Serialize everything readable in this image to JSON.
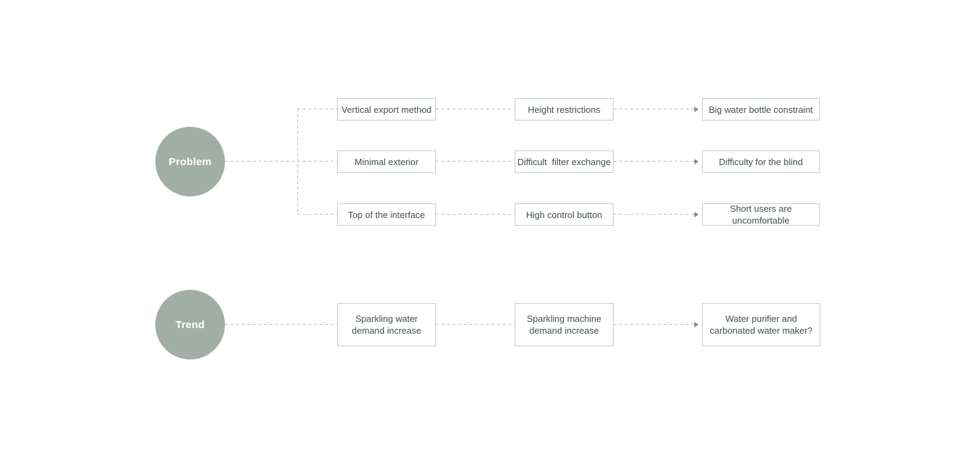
{
  "palette": {
    "background": "#ffffff",
    "circle_fill": "#a0aea6",
    "circle_text": "#ffffff",
    "box_border": "#c5ccc7",
    "box_text": "#3f4f49",
    "line": "#b2bab5",
    "arrow": "#7f8d87"
  },
  "problem": {
    "label": "Problem",
    "rows": [
      [
        "Vertical export method",
        "Height restrictions",
        "Big water bottle constraint"
      ],
      [
        "Minimal exterior",
        "Difficult  filter exchange",
        "Difficulty for the blind"
      ],
      [
        "Top of the interface",
        "High control button",
        "Short users are uncomfortable"
      ]
    ]
  },
  "trend": {
    "label": "Trend",
    "rows": [
      [
        "Sparkling water\ndemand increase",
        "Sparkling machine\ndemand increase",
        "Water purifier and\ncarbonated water maker?"
      ]
    ]
  }
}
